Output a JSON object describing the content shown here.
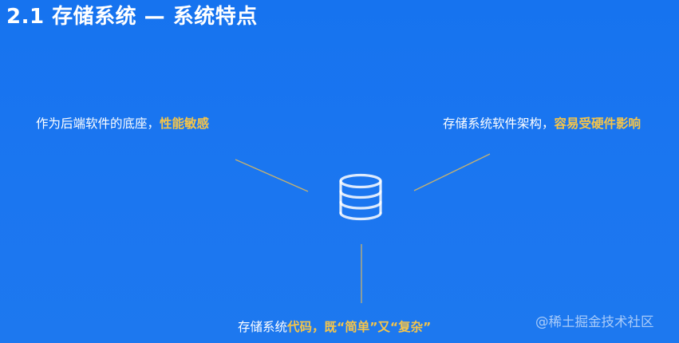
{
  "slide": {
    "title": "2.1 存储系统 — 系统特点"
  },
  "center": {
    "icon": "database-icon"
  },
  "points": {
    "left": {
      "plain": "作为后端软件的底座，",
      "highlight": "性能敏感"
    },
    "right": {
      "plain": "存储系统软件架构，",
      "highlight": "容易受硬件影响"
    },
    "bottom": {
      "plain": "存储系统",
      "highlight": "代码，既“简单”又“复杂”"
    }
  },
  "colors": {
    "background": "#1b76f0",
    "text": "#ffffff",
    "highlight": "#f5c54a",
    "connector": "#f0c050"
  },
  "watermark": {
    "text": "@稀土掘金技术社区"
  }
}
